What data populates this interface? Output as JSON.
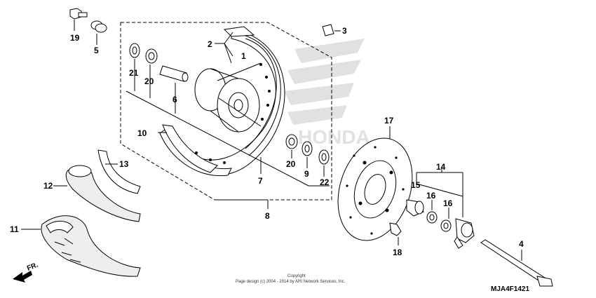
{
  "callouts": {
    "c1": "1",
    "c2": "2",
    "c3": "3",
    "c4": "4",
    "c5": "5",
    "c6": "6",
    "c7": "7",
    "c8": "8",
    "c9": "9",
    "c10": "10",
    "c11": "11",
    "c12": "12",
    "c13": "13",
    "c14": "14",
    "c15": "15",
    "c16a": "16",
    "c16b": "16",
    "c17": "17",
    "c18": "18",
    "c19": "19",
    "c20a": "20",
    "c20b": "20",
    "c21": "21",
    "c22": "22"
  },
  "footer": {
    "copyright": "Copyright",
    "page_design": "Page design (c) 2004 - 2014 by ARI Network Services, Inc.",
    "diagram_code": "MJA4F1421",
    "direction_label": "FR."
  },
  "colors": {
    "line": "#000000",
    "watermark": "#d8d8d8",
    "tire": "#eeeeee"
  }
}
